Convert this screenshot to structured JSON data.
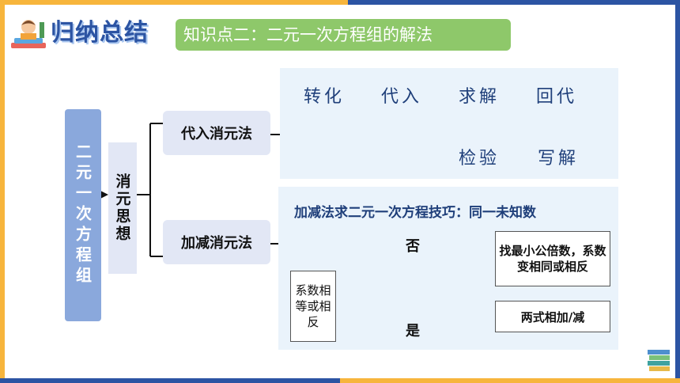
{
  "header": {
    "section_title": "归纳总结",
    "topic": "知识点二：二元一次方程组的解法"
  },
  "diagram": {
    "root": "二元一次方程组",
    "idea": "消元思想",
    "method_substitution": "代入消元法",
    "method_addition": "加减消元法",
    "substitution_steps": {
      "s1": "转化",
      "s2": "代入",
      "s3": "求解",
      "s4": "回代",
      "s5": "写解",
      "s6": "检验"
    },
    "addition": {
      "tip": "加减法求二元一次方程技巧：同一未知数",
      "condition": "系数相等或相反",
      "no_label": "否",
      "yes_label": "是",
      "lcm_step": "找最小公倍数，系数变相同或相反",
      "sum_step": "两式相加/减"
    }
  },
  "colors": {
    "brand_blue": "#2c54a3",
    "accent_orange": "#f7b53c",
    "topic_green": "#8ec86a",
    "root_blue": "#8aa8dc",
    "arrow_blue": "#2c54a3"
  },
  "icons": {
    "mascot": "student-reading-icon",
    "books": "book-stack-icon"
  }
}
